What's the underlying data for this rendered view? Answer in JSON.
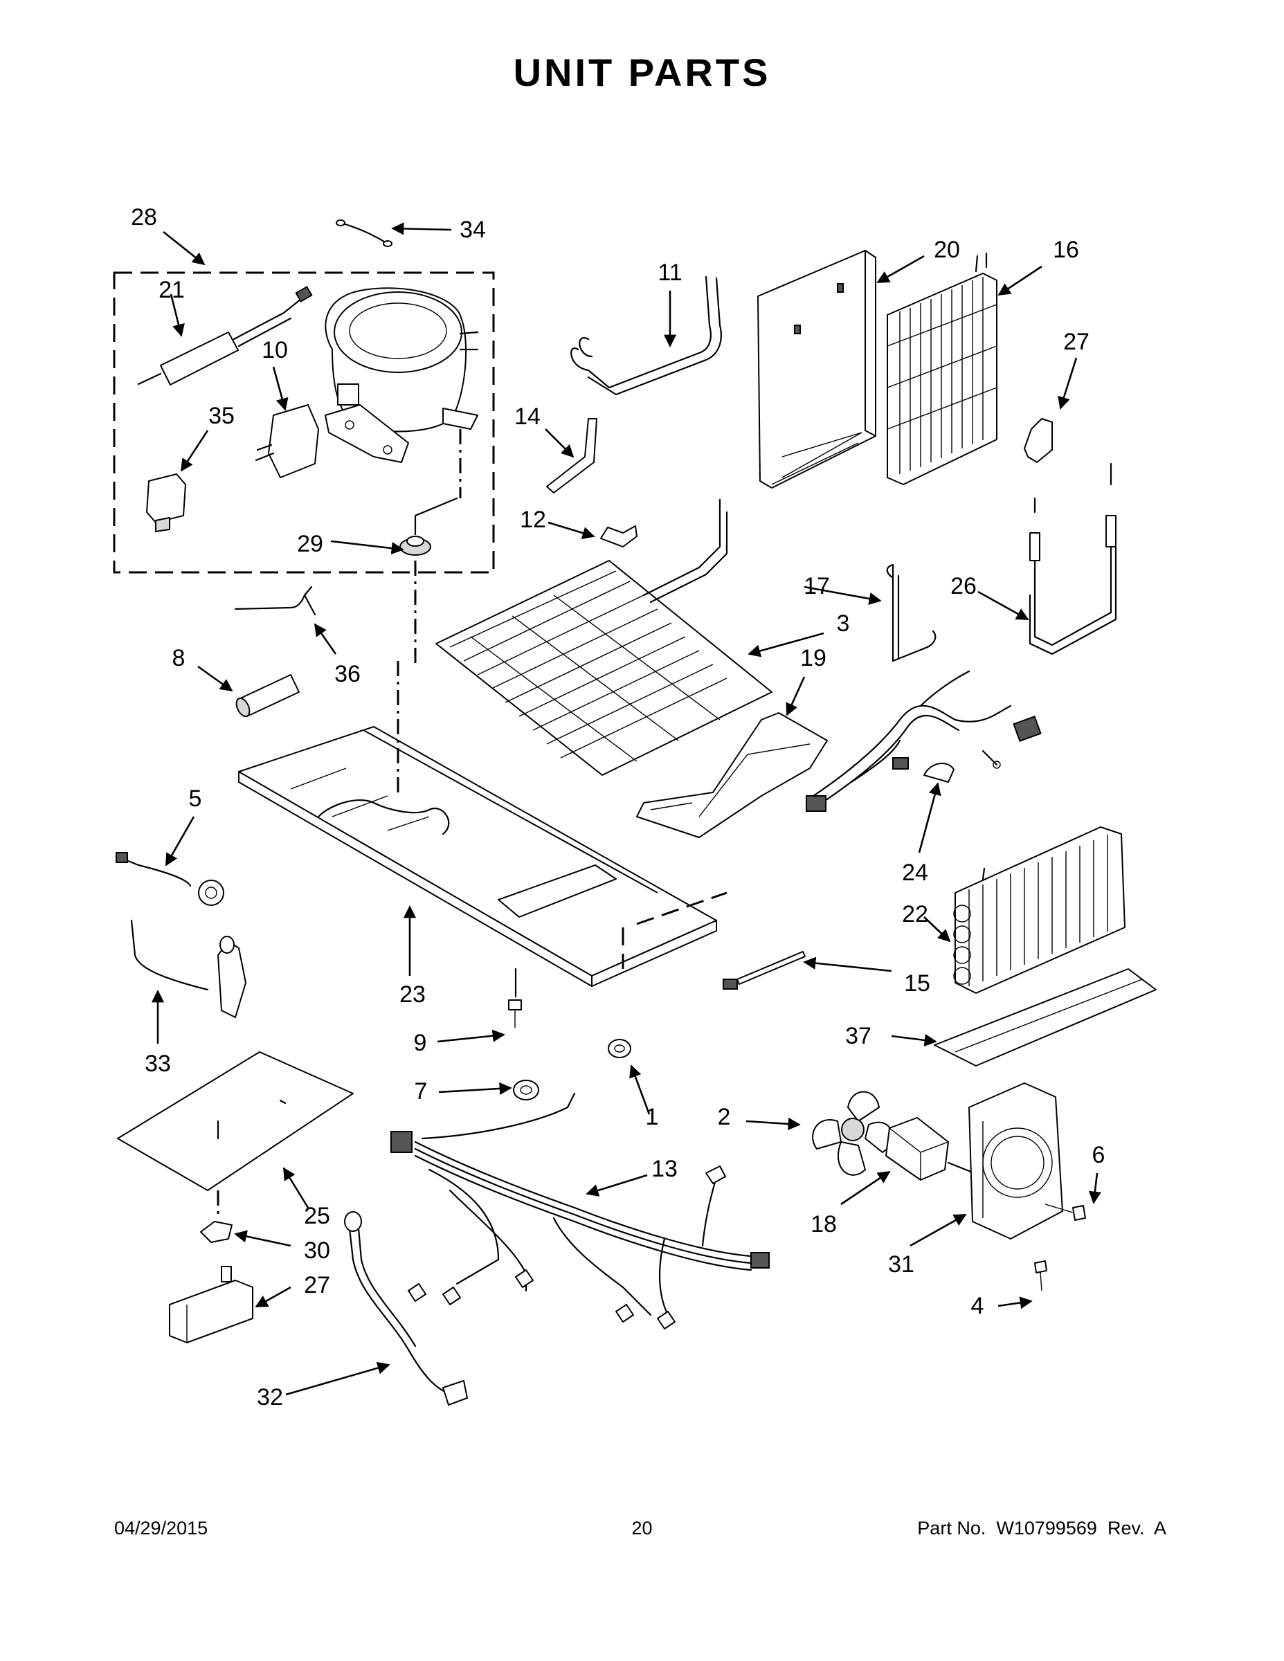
{
  "title": "UNIT PARTS",
  "callouts": [
    "1",
    "2",
    "3",
    "4",
    "5",
    "6",
    "7",
    "8",
    "9",
    "10",
    "11",
    "12",
    "13",
    "14",
    "15",
    "16",
    "17",
    "18",
    "19",
    "20",
    "21",
    "22",
    "23",
    "24",
    "25",
    "26",
    "27",
    "27",
    "28",
    "29",
    "30",
    "31",
    "32",
    "33",
    "34",
    "35",
    "36",
    "37"
  ],
  "footer": {
    "date": "04/29/2015",
    "page": "20",
    "part_no": "Part No.  W10799569  Rev.  A"
  }
}
